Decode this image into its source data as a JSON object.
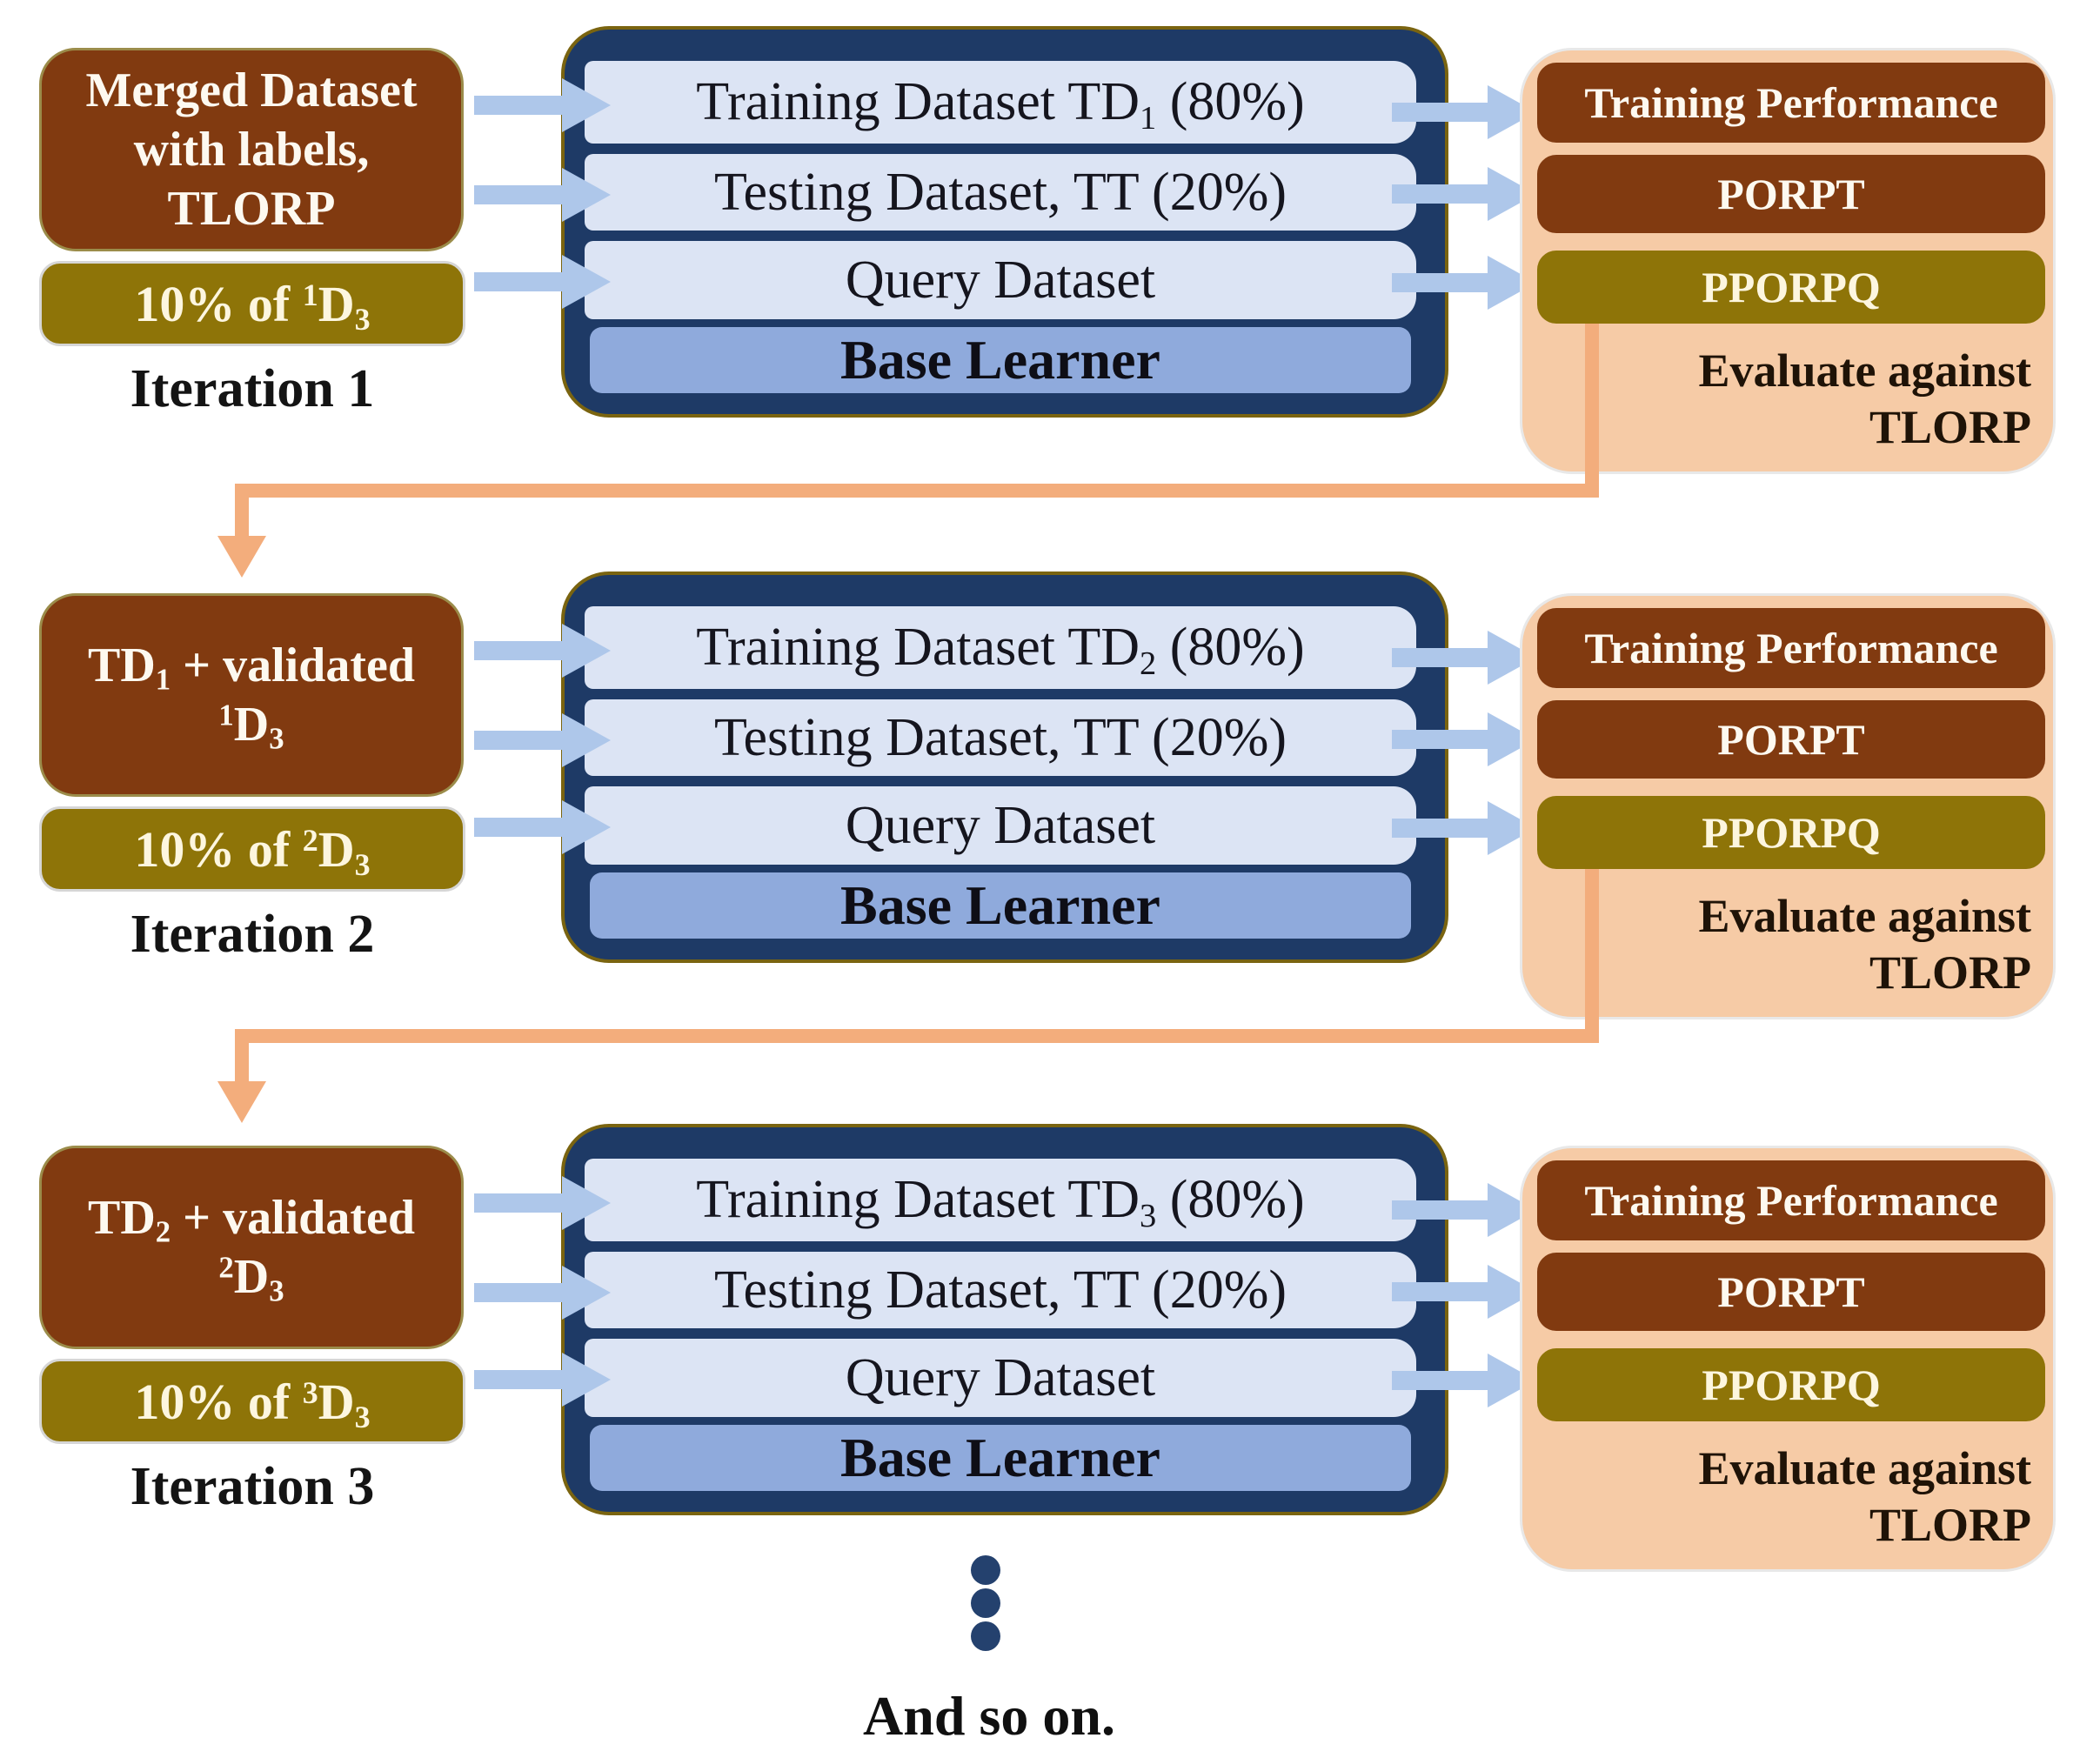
{
  "colors": {
    "brown": "#813a10",
    "olive": "#8e7408",
    "navy": "#1e3a66",
    "gold_border": "#7a6410",
    "row_light": "#dce4f4",
    "base_row": "#8faadc",
    "arrow_blue": "#aec7ea",
    "peach": "#f6cba6",
    "orange": "#f3ad7c",
    "dot_navy": "#24416e"
  },
  "iterations": [
    {
      "label": "Iteration 1",
      "primary_input": "Merged Dataset\nwith labels,\nTLORP",
      "secondary_input": "10% of ^{1}D_{3}",
      "rows": [
        "Training Dataset TD_{1} (80%)",
        "Testing Dataset, TT (20%)",
        "Query Dataset"
      ],
      "base_row": "Base Learner",
      "outputs": [
        "Training Performance",
        "PORPT",
        "PPORPQ"
      ],
      "evaluate_note": "Evaluate against\nTLORP",
      "has_feedback": true
    },
    {
      "label": "Iteration 2",
      "primary_input": "TD_{1} + validated\n^{1}D_{3}",
      "secondary_input": "10% of ^{2}D_{3}",
      "rows": [
        "Training Dataset TD_{2} (80%)",
        "Testing Dataset, TT (20%)",
        "Query Dataset"
      ],
      "base_row": "Base Learner",
      "outputs": [
        "Training Performance",
        "PORPT",
        "PPORPQ"
      ],
      "evaluate_note": "Evaluate against\nTLORP",
      "has_feedback": true
    },
    {
      "label": "Iteration 3",
      "primary_input": "TD_{2} + validated\n^{2}D_{3}",
      "secondary_input": "10% of ^{3}D_{3}",
      "rows": [
        "Training Dataset TD_{3} (80%)",
        "Testing Dataset, TT (20%)",
        "Query Dataset"
      ],
      "base_row": "Base Learner",
      "outputs": [
        "Training Performance",
        "PORPT",
        "PPORPQ"
      ],
      "evaluate_note": "Evaluate against\nTLORP",
      "has_feedback": false
    }
  ],
  "footer": {
    "caption": "And so on.",
    "ellipsis_dot_count": 3
  }
}
